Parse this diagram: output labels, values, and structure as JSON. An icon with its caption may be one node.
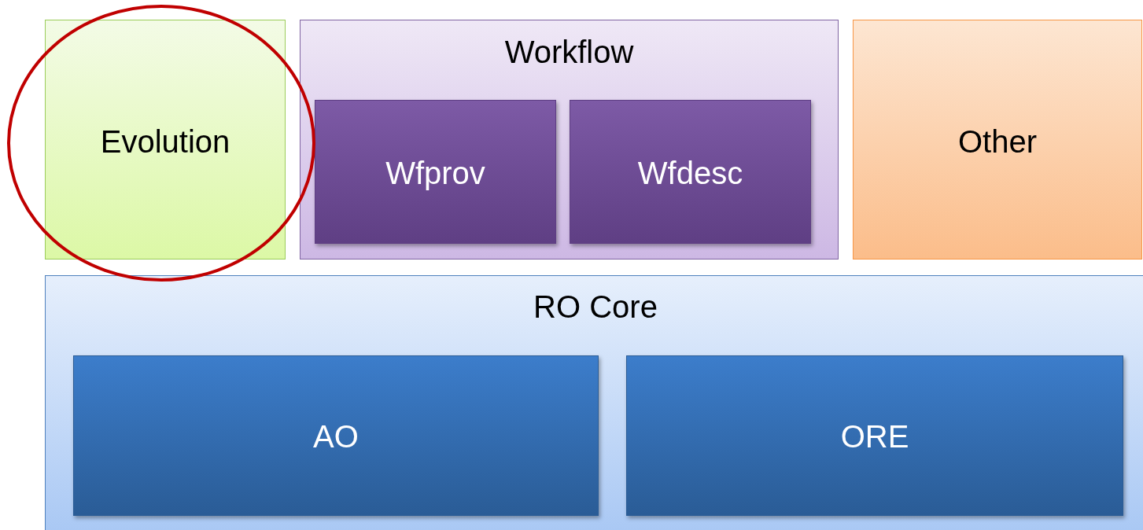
{
  "diagram": {
    "nodes": [
      {
        "text": [
          "Evolution"
        ]
      },
      {
        "text": [
          "Workflow"
        ]
      },
      {
        "text": [
          "Wfprov"
        ],
        "in": 1
      },
      {
        "text": [
          "Wfdesc"
        ],
        "in": 1
      },
      {
        "text": [
          "Other"
        ]
      },
      {
        "text": [
          "RO Core"
        ]
      },
      {
        "text": [
          "AO"
        ],
        "in": 5
      },
      {
        "text": [
          "ORE"
        ],
        "in": 5
      }
    ]
  }
}
